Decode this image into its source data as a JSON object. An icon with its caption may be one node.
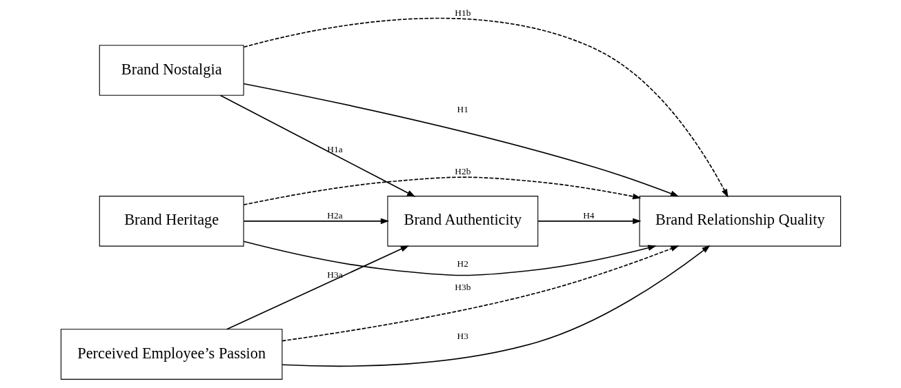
{
  "diagram": {
    "nodes": [
      {
        "text": [
          "Brand Nostalgia"
        ]
      },
      {
        "text": [
          "Brand Heritage"
        ]
      },
      {
        "text": [
          "Brand Authenticity"
        ]
      },
      {
        "text": [
          "Brand Relationship Quality"
        ]
      },
      {
        "text": [
          "Perceived Employee’s Passion"
        ]
      }
    ],
    "edges": [
      {
        "from": 0,
        "to": 3,
        "arrow": "to",
        "label": "H1b",
        "style": "dashed"
      },
      {
        "from": 0,
        "to": 3,
        "arrow": "to",
        "label": "H1"
      },
      {
        "from": 0,
        "to": 2,
        "arrow": "to",
        "label": "H1a"
      },
      {
        "from": 1,
        "to": 3,
        "arrow": "to",
        "label": "H2"
      },
      {
        "from": 1,
        "to": 2,
        "arrow": "to",
        "label": "H2a"
      },
      {
        "from": 2,
        "to": 3,
        "arrow": "to",
        "label": "H4"
      },
      {
        "from": 1,
        "to": 3,
        "arrow": "to",
        "label": "H2b",
        "style": "dashed"
      },
      {
        "from": 4,
        "to": 2,
        "arrow": "to",
        "label": "H3a"
      },
      {
        "from": 4,
        "to": 3,
        "arrow": "to",
        "label": "H3b",
        "style": "dashed"
      },
      {
        "from": 4,
        "to": 3,
        "arrow": "to",
        "label": "H3"
      }
    ]
  }
}
